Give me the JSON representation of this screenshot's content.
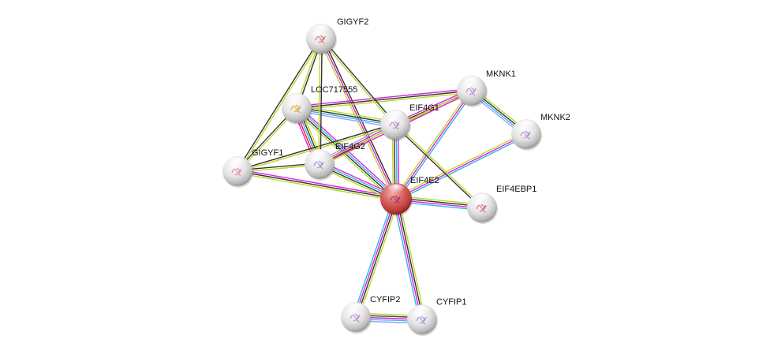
{
  "title": "Protein interaction network",
  "edge_colors": {
    "neighborhood": "#a0d43a",
    "experiments": "#e020e0",
    "databases": "#30b8e0",
    "textmining": "#bada2a",
    "coexpression": "#333333",
    "homology": "#a0a0ff",
    "fusion": "#ff2020"
  },
  "node_colors": {
    "query": "#d85a5a",
    "default": "#e8e8e8"
  },
  "nodes": [
    {
      "id": "GIGYF2",
      "label": "GIGYF2",
      "query": false,
      "glyph": "#e06060"
    },
    {
      "id": "LOC717555",
      "label": "LOC717555",
      "query": false,
      "glyph": "#d8a020"
    },
    {
      "id": "EIF4G1",
      "label": "EIF4G1",
      "query": false,
      "glyph": "#b080d0"
    },
    {
      "id": "MKNK1",
      "label": "MKNK1",
      "query": false,
      "glyph": "#b080d0"
    },
    {
      "id": "MKNK2",
      "label": "MKNK2",
      "query": false,
      "glyph": "#b080d0"
    },
    {
      "id": "GIGYF1",
      "label": "GIGYF1",
      "query": false,
      "glyph": "#e080a0"
    },
    {
      "id": "EIF4G2",
      "label": "EIF4G2",
      "query": false,
      "glyph": "#b080d0"
    },
    {
      "id": "EIF4E2",
      "label": "EIF4E2",
      "query": true,
      "glyph": "#a03060"
    },
    {
      "id": "EIF4EBP1",
      "label": "EIF4EBP1",
      "query": false,
      "glyph": "#c06060"
    },
    {
      "id": "CYFIP2",
      "label": "CYFIP2",
      "query": false,
      "glyph": "#b080d0"
    },
    {
      "id": "CYFIP1",
      "label": "CYFIP1",
      "query": false,
      "glyph": "#b080d0"
    }
  ],
  "edges": [
    {
      "a": "EIF4E2",
      "b": "GIGYF2",
      "types": [
        "textmining",
        "experiments",
        "coexpression"
      ]
    },
    {
      "a": "EIF4E2",
      "b": "LOC717555",
      "types": [
        "textmining",
        "coexpression",
        "databases",
        "experiments"
      ]
    },
    {
      "a": "EIF4E2",
      "b": "EIF4G1",
      "types": [
        "textmining",
        "coexpression",
        "databases",
        "experiments"
      ]
    },
    {
      "a": "EIF4E2",
      "b": "MKNK1",
      "types": [
        "textmining",
        "experiments",
        "databases"
      ]
    },
    {
      "a": "EIF4E2",
      "b": "MKNK2",
      "types": [
        "textmining",
        "experiments",
        "databases"
      ]
    },
    {
      "a": "EIF4E2",
      "b": "GIGYF1",
      "types": [
        "textmining",
        "coexpression",
        "experiments"
      ]
    },
    {
      "a": "EIF4E2",
      "b": "EIF4G2",
      "types": [
        "textmining",
        "coexpression",
        "databases",
        "experiments"
      ]
    },
    {
      "a": "EIF4E2",
      "b": "EIF4EBP1",
      "types": [
        "textmining",
        "coexpression",
        "experiments",
        "databases"
      ]
    },
    {
      "a": "EIF4E2",
      "b": "CYFIP2",
      "types": [
        "textmining",
        "coexpression",
        "experiments",
        "databases"
      ]
    },
    {
      "a": "EIF4E2",
      "b": "CYFIP1",
      "types": [
        "textmining",
        "coexpression",
        "experiments",
        "databases"
      ]
    },
    {
      "a": "CYFIP2",
      "b": "CYFIP1",
      "types": [
        "textmining",
        "coexpression",
        "experiments",
        "databases",
        "homology"
      ]
    },
    {
      "a": "MKNK1",
      "b": "MKNK2",
      "types": [
        "textmining",
        "coexpression",
        "databases",
        "homology"
      ]
    },
    {
      "a": "LOC717555",
      "b": "MKNK1",
      "types": [
        "experiments",
        "coexpression",
        "textmining"
      ]
    },
    {
      "a": "LOC717555",
      "b": "EIF4G1",
      "types": [
        "textmining",
        "coexpression",
        "databases",
        "homology"
      ]
    },
    {
      "a": "LOC717555",
      "b": "EIF4G2",
      "types": [
        "textmining",
        "coexpression",
        "databases",
        "fusion",
        "experiments"
      ]
    },
    {
      "a": "LOC717555",
      "b": "GIGYF2",
      "types": [
        "textmining",
        "coexpression"
      ]
    },
    {
      "a": "LOC717555",
      "b": "GIGYF1",
      "types": [
        "textmining",
        "coexpression"
      ]
    },
    {
      "a": "EIF4G1",
      "b": "MKNK1",
      "types": [
        "experiments",
        "coexpression",
        "textmining"
      ]
    },
    {
      "a": "EIF4G1",
      "b": "GIGYF2",
      "types": [
        "textmining",
        "coexpression"
      ]
    },
    {
      "a": "EIF4G1",
      "b": "EIF4G2",
      "types": [
        "textmining",
        "coexpression",
        "experiments",
        "homology"
      ]
    },
    {
      "a": "EIF4G1",
      "b": "GIGYF1",
      "types": [
        "textmining",
        "coexpression"
      ]
    },
    {
      "a": "EIF4G1",
      "b": "EIF4EBP1",
      "types": [
        "textmining",
        "coexpression"
      ]
    },
    {
      "a": "EIF4G2",
      "b": "MKNK1",
      "types": [
        "textmining",
        "experiments"
      ]
    },
    {
      "a": "EIF4G2",
      "b": "GIGYF2",
      "types": [
        "textmining",
        "coexpression"
      ]
    },
    {
      "a": "EIF4G2",
      "b": "GIGYF1",
      "types": [
        "textmining",
        "coexpression"
      ]
    },
    {
      "a": "GIGYF2",
      "b": "GIGYF1",
      "types": [
        "textmining",
        "coexpression"
      ]
    }
  ]
}
